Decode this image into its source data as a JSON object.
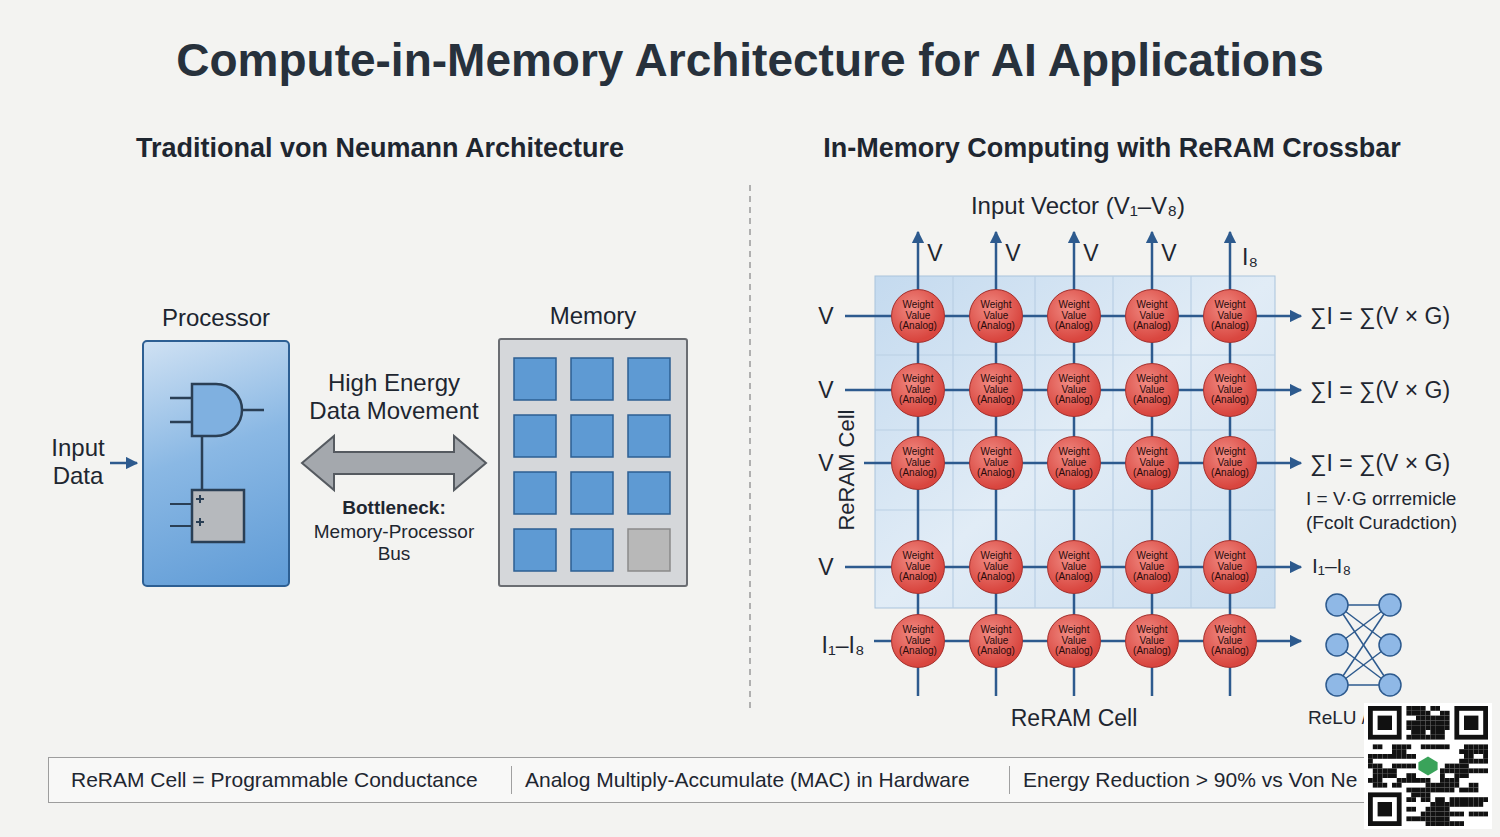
{
  "diagram": {
    "title": "Compute-in-Memory Architecture for AI Applications",
    "nodes": [
      {
        "text": [
          "Processor"
        ]
      },
      {
        "text": [
          "Memory"
        ]
      },
      {
        "text": [
          "Weight Value (Analog)"
        ]
      },
      {
        "text": [
          "Weight Value (Analog)"
        ]
      },
      {
        "text": [
          "Weight Value (Analog)"
        ]
      },
      {
        "text": [
          "Weight Value (Analog)"
        ]
      },
      {
        "text": [
          "Weight Value (Analog)"
        ]
      },
      {
        "text": [
          "Weight Value (Analog)"
        ]
      },
      {
        "text": [
          "Weight Value (Analog)"
        ]
      },
      {
        "text": [
          "Weight Value (Analog)"
        ]
      },
      {
        "text": [
          "Weight Value (Analog)"
        ]
      },
      {
        "text": [
          "Weight Value (Analog)"
        ]
      },
      {
        "text": [
          "Weight Value (Analog)"
        ]
      },
      {
        "text": [
          "Weight Value (Analog)"
        ]
      },
      {
        "text": [
          "Weight Value (Analog)"
        ]
      },
      {
        "text": [
          "Weight Value (Analog)"
        ]
      },
      {
        "text": [
          "Weight Value (Analog)"
        ]
      },
      {
        "text": [
          "Weight Value (Analog)"
        ]
      },
      {
        "text": [
          "Weight Value (Analog)"
        ]
      },
      {
        "text": [
          "Weight Value (Analog)"
        ]
      },
      {
        "text": [
          "Weight Value (Analog)"
        ]
      },
      {
        "text": [
          "Weight Value (Analog)"
        ]
      },
      {
        "text": [
          "Weight Value (Analog)"
        ]
      },
      {
        "text": [
          "Weight Value (Analog)"
        ]
      },
      {
        "text": [
          "Weight Value (Analog)"
        ]
      },
      {
        "text": [
          "Weight Value (Analog)"
        ]
      },
      {
        "text": [
          "Weight Value (Analog)"
        ]
      },
      {
        "text": [
          "ReRAM Cell = Programmable Conductance",
          "Analog Multiply-Accumulate (MAC) in Hardware",
          "Energy Reduction > 90% vs Von Ne"
        ]
      }
    ],
    "edges": [
      {
        "from": 0,
        "to": 1,
        "arrow": "both",
        "label": "High Energy Data Movement"
      },
      {
        "from": 2,
        "to": 3,
        "arrow": "none"
      },
      {
        "from": 3,
        "to": 4,
        "arrow": "none"
      },
      {
        "from": 4,
        "to": 5,
        "arrow": "none"
      },
      {
        "from": 5,
        "to": 6,
        "arrow": "none"
      },
      {
        "from": 7,
        "to": 8,
        "arrow": "none"
      },
      {
        "from": 8,
        "to": 9,
        "arrow": "none"
      },
      {
        "from": 9,
        "to": 10,
        "arrow": "none"
      },
      {
        "from": 10,
        "to": 11,
        "arrow": "none"
      },
      {
        "from": 12,
        "to": 13,
        "arrow": "none"
      },
      {
        "from": 13,
        "to": 14,
        "arrow": "none"
      },
      {
        "from": 14,
        "to": 15,
        "arrow": "none"
      },
      {
        "from": 15,
        "to": 16,
        "arrow": "none"
      },
      {
        "from": 17,
        "to": 18,
        "arrow": "none"
      },
      {
        "from": 18,
        "to": 19,
        "arrow": "none"
      },
      {
        "from": 19,
        "to": 20,
        "arrow": "none"
      },
      {
        "from": 20,
        "to": 21,
        "arrow": "none"
      },
      {
        "from": 22,
        "to": 23,
        "arrow": "none"
      },
      {
        "from": 23,
        "to": 24,
        "arrow": "none"
      },
      {
        "from": 24,
        "to": 25,
        "arrow": "none"
      },
      {
        "from": 25,
        "to": 26,
        "arrow": "none"
      },
      {
        "from": 2,
        "to": 7,
        "arrow": "none"
      },
      {
        "from": 3,
        "to": 8,
        "arrow": "none"
      },
      {
        "from": 4,
        "to": 9,
        "arrow": "none"
      },
      {
        "from": 5,
        "to": 10,
        "arrow": "none"
      },
      {
        "from": 6,
        "to": 11,
        "arrow": "none"
      },
      {
        "from": 7,
        "to": 12,
        "arrow": "none"
      },
      {
        "from": 8,
        "to": 13,
        "arrow": "none"
      },
      {
        "from": 9,
        "to": 14,
        "arrow": "none"
      },
      {
        "from": 10,
        "to": 15,
        "arrow": "none"
      },
      {
        "from": 11,
        "to": 16,
        "arrow": "none"
      },
      {
        "from": 12,
        "to": 17,
        "arrow": "none"
      },
      {
        "from": 13,
        "to": 18,
        "arrow": "none"
      },
      {
        "from": 14,
        "to": 19,
        "arrow": "none"
      },
      {
        "from": 15,
        "to": 20,
        "arrow": "none"
      },
      {
        "from": 16,
        "to": 21,
        "arrow": "none"
      },
      {
        "from": 17,
        "to": 22,
        "arrow": "none"
      },
      {
        "from": 18,
        "to": 23,
        "arrow": "none"
      },
      {
        "from": 19,
        "to": 24,
        "arrow": "none"
      },
      {
        "from": 20,
        "to": 25,
        "arrow": "none"
      },
      {
        "from": 21,
        "to": 26,
        "arrow": "none"
      }
    ],
    "labels": [
      "Traditional von Neumann Architecture",
      "In-Memory Computing with ReRAM Crossbar",
      "Input Data",
      "Bottleneck:",
      "Memory-Processor Bus",
      "Input Vector (V₁–V₈)",
      "V",
      "V",
      "V",
      "V",
      "I₈",
      "V",
      "V",
      "V",
      "V",
      "I₁–I₈",
      "∑I = ∑(V × G)",
      "∑I = ∑(V × G)",
      "∑I = ∑(V × G)",
      "I = V·G orrremicle",
      "(Fcolt Curadction)",
      "I₁–I₈",
      "ReRAM Cell",
      "ReRAM Cell",
      "ReLU /"
    ]
  }
}
